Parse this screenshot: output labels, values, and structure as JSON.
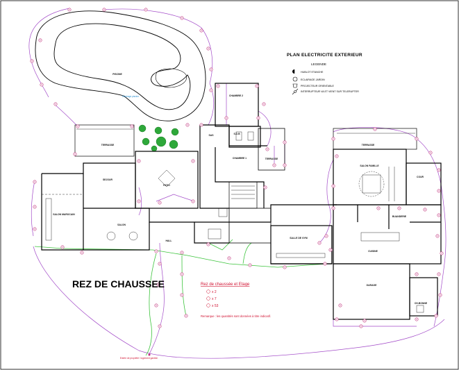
{
  "legend": {
    "title": "PLAN ELECTRICITE EXTERIEUR",
    "subtitle": "LEGENDE",
    "items": [
      {
        "icon": "hublot-icon",
        "label": "HUBLOT ETANCHE"
      },
      {
        "icon": "eclairage-jardin-icon",
        "label": "ECLAIRAGE JARDIN"
      },
      {
        "icon": "projecteur-icon",
        "label": "PROJECTEUR ORIENTABLE"
      },
      {
        "icon": "interrupteur-icon",
        "label": "INTERRUPTEUR VA ET VIENT SUR TELERUPTER"
      }
    ]
  },
  "plan": {
    "title": "REZ DE CHAUSSEE",
    "rooms": {
      "piscine": "PISCINE",
      "chambre2": "CHAMBRE 2",
      "sdb": "S.D.B",
      "sas": "SAS",
      "chambre1": "CHAMBRE 1",
      "terrasse_haut": "TERRASSE",
      "terrasse_chambre": "TERRASSE",
      "terrasse_droite": "TERRASSE",
      "sejour": "SEJOUR",
      "patio": "PATIO",
      "salon_marocain": "SALON MAROCAIN",
      "salon": "SALON",
      "hall": "HALL",
      "salle_gym": "SALLE DE GYM",
      "salon_famille": "SALON FAMILLE",
      "cour": "COUR",
      "cuisine": "CUISINE",
      "garage": "GARAGE",
      "ch_bonne": "CH-BONNE",
      "buanderie": "BUANDERIE"
    },
    "pool_note": "Éclairage piscine",
    "entry_note": "Entrée de propriété / logement gardien"
  },
  "quantities": {
    "title": "Rez de chaussée et Etage",
    "items": [
      "x 2",
      "x 7",
      "x 53"
    ],
    "remark": "Remarque : les quantités sont données à titre indicatif."
  },
  "colors": {
    "cable": "#a24ac8",
    "fixture": "#c0307a",
    "green_line": "#3cc43c",
    "note_red": "#d01030",
    "note_blue": "#2a8fd0"
  }
}
